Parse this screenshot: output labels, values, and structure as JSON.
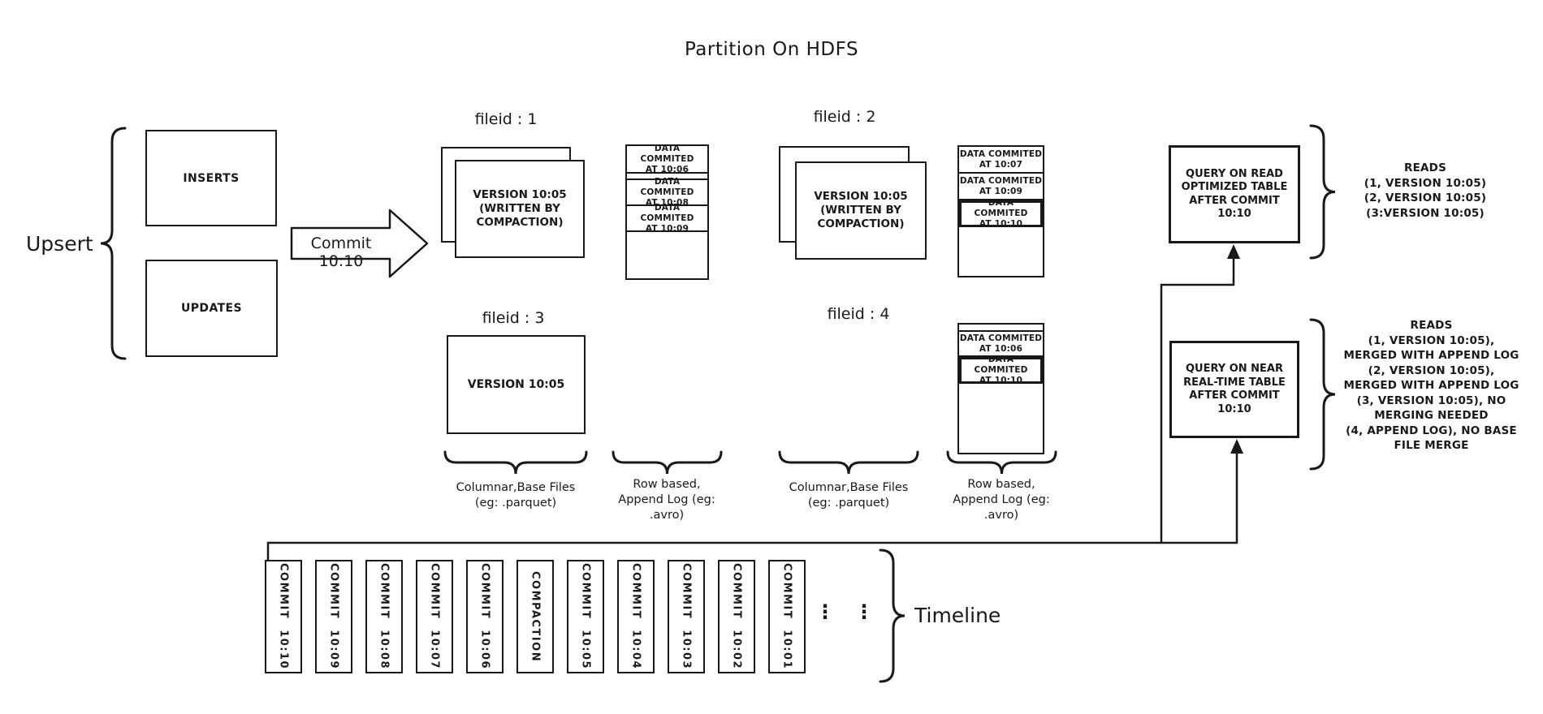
{
  "title": "Partition On HDFS",
  "colors": {
    "ink": "#191919",
    "background": "#ffffff"
  },
  "upsert": {
    "label": "Upsert",
    "inserts": "INSERTS",
    "updates": "UPDATES"
  },
  "commit_arrow_label": "Commit 10:10",
  "file_groups": {
    "f1": {
      "label": "fileid : 1",
      "base": "VERSION 10:05\n(WRITTEN BY\nCOMPACTION)"
    },
    "f2": {
      "label": "fileid : 2",
      "base": "VERSION 10:05\n(WRITTEN BY\nCOMPACTION)"
    },
    "f3": {
      "label": "fileid : 3",
      "base": "VERSION 10:05"
    },
    "f4": {
      "label": "fileid : 4"
    }
  },
  "logs": {
    "log1": {
      "rows": [
        "DATA COMMITED\nAT 10:06",
        "DATA COMMITED\nAT 10:08",
        "DATA COMMITED\nAT 10:09"
      ]
    },
    "log2": {
      "rows": [
        "DATA COMMITED\nAT 10:07",
        "DATA COMMITED\nAT 10:09",
        "DATA COMMITED\nAT 10:10"
      ]
    },
    "log4": {
      "rows": [
        "DATA COMMITED\nAT 10:06",
        "DATA COMMITED\nAT 10:10"
      ]
    }
  },
  "group_labels": {
    "columnar": "Columnar,Base Files\n(eg: .parquet)",
    "row_based": "Row based,\nAppend Log  (eg:\n.avro)"
  },
  "queries": {
    "read_optimized": {
      "box": "QUERY ON READ\nOPTIMIZED TABLE\nAFTER COMMIT\n10:10",
      "reads": "READS\n(1, VERSION 10:05)\n(2, VERSION 10:05)\n(3:VERSION 10:05)"
    },
    "near_realtime": {
      "box": "QUERY ON NEAR\nREAL-TIME TABLE\nAFTER COMMIT\n10:10",
      "reads": "READS\n(1, VERSION 10:05),\nMERGED WITH APPEND LOG\n(2, VERSION 10:05),\nMERGED WITH APPEND LOG\n(3, VERSION 10:05), NO\nMERGING NEEDED\n(4, APPEND LOG), NO BASE\nFILE MERGE"
    }
  },
  "timeline": {
    "label": "Timeline",
    "ellipsis": "⋮",
    "entries": [
      "COMMIT 10:10",
      "COMMIT 10:09",
      "COMMIT 10:08",
      "COMMIT 10:07",
      "COMMIT 10:06",
      "COMPACTION",
      "COMMIT 10:05",
      "COMMIT 10:04",
      "COMMIT 10:03",
      "COMMIT 10:02",
      "COMMIT 10:01"
    ]
  }
}
